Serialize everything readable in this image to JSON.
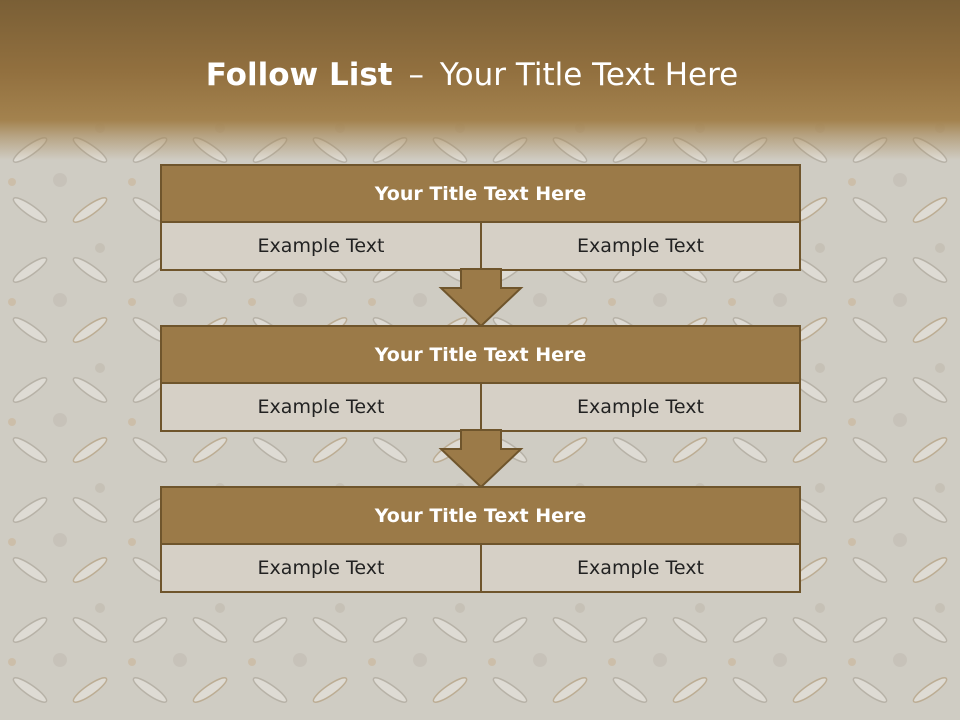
{
  "slide": {
    "title_bold": "Follow List",
    "title_separator": "–",
    "title_rest": "Your Title Text Here"
  },
  "blocks": [
    {
      "title": "Your Title Text Here",
      "left_text": "Example Text",
      "right_text": "Example Text"
    },
    {
      "title": "Your Title Text Here",
      "left_text": "Example Text",
      "right_text": "Example Text"
    },
    {
      "title": "Your Title Text Here",
      "left_text": "Example Text",
      "right_text": "Example Text"
    }
  ],
  "colors": {
    "header_band": "#92703f",
    "block_header": "#9b7a48",
    "block_cell": "#d6d0c6",
    "border": "#6f552c",
    "arrow": "#9b7a48"
  }
}
